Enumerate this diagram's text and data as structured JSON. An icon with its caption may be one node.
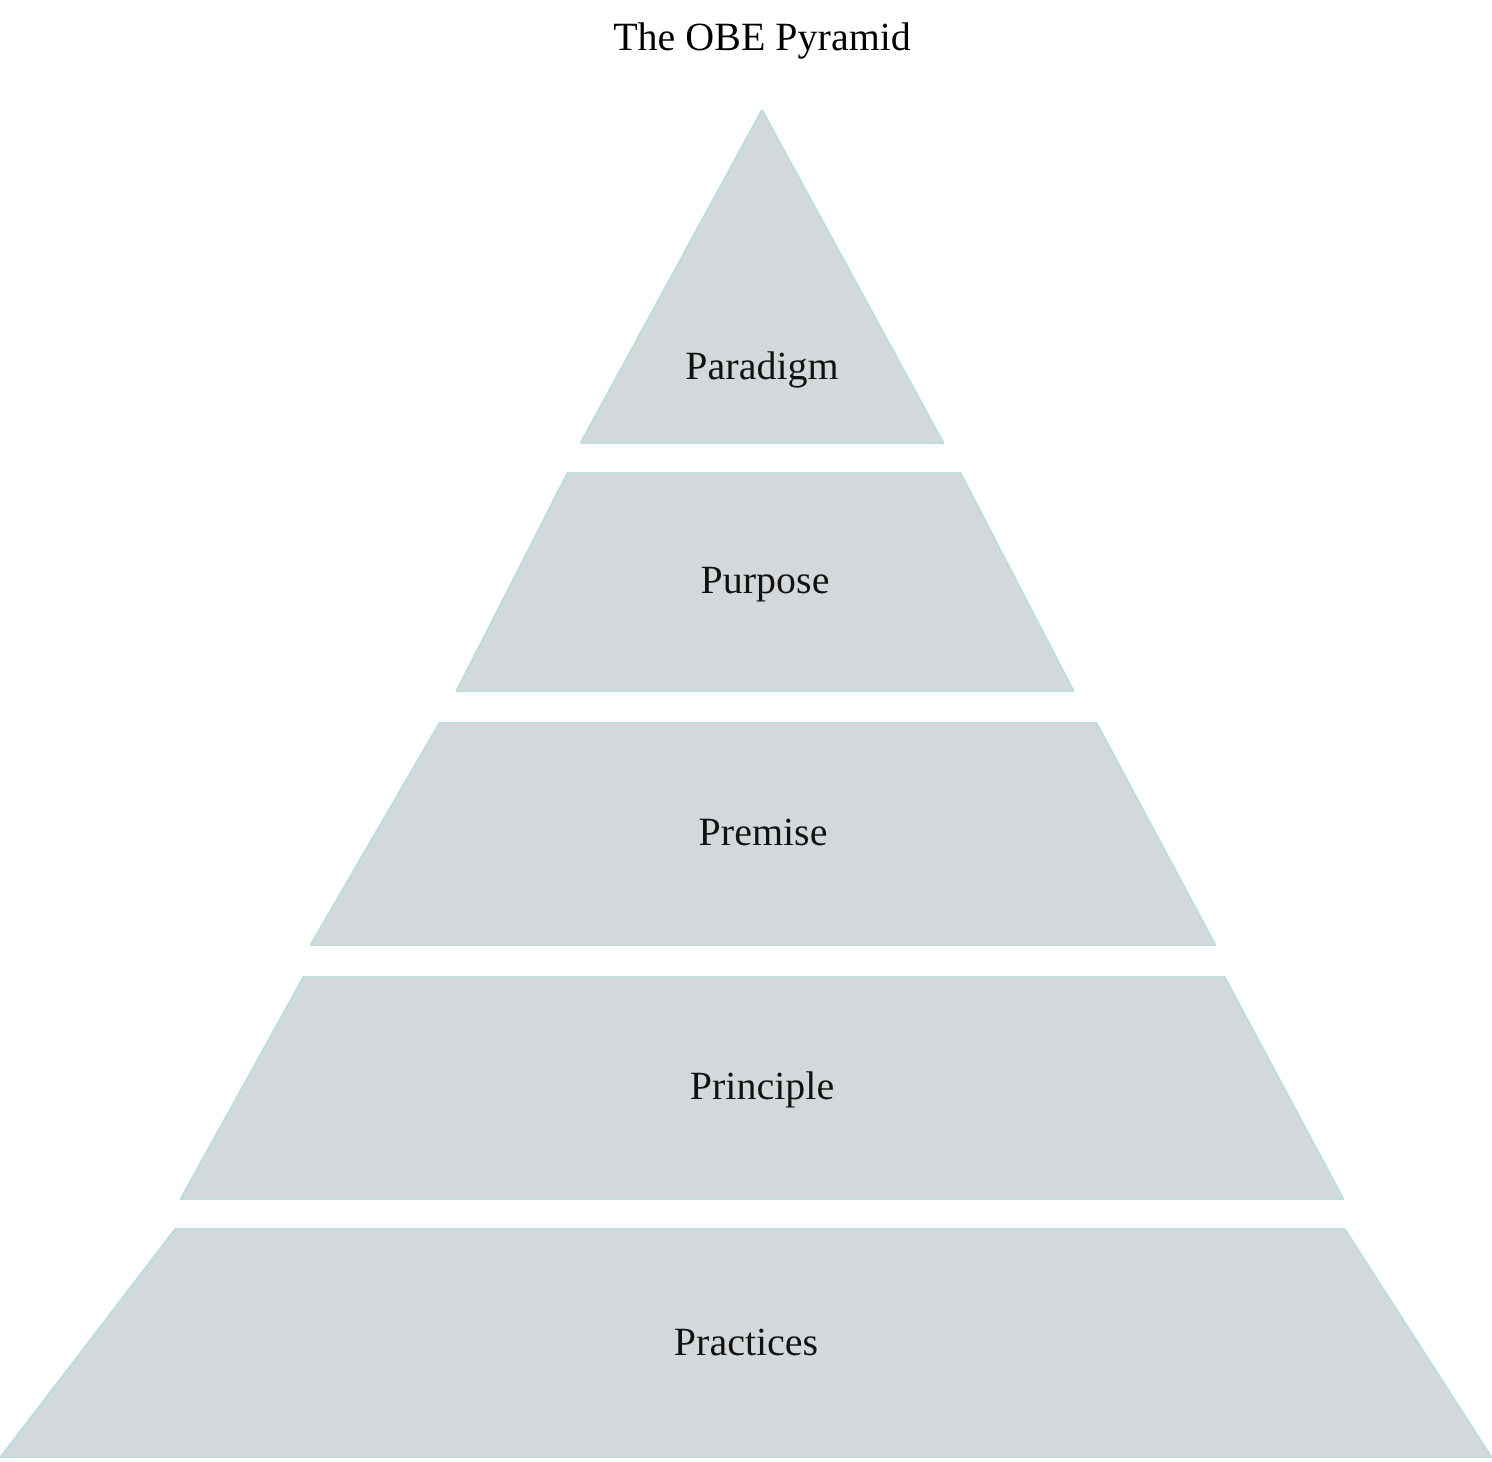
{
  "diagram": {
    "title": "The OBE Pyramid",
    "nodes": [
      {
        "text": [
          "Paradigm"
        ]
      },
      {
        "text": [
          "Purpose"
        ]
      },
      {
        "text": [
          "Premise"
        ]
      },
      {
        "text": [
          "Principle"
        ]
      },
      {
        "text": [
          "Practices"
        ]
      }
    ]
  }
}
